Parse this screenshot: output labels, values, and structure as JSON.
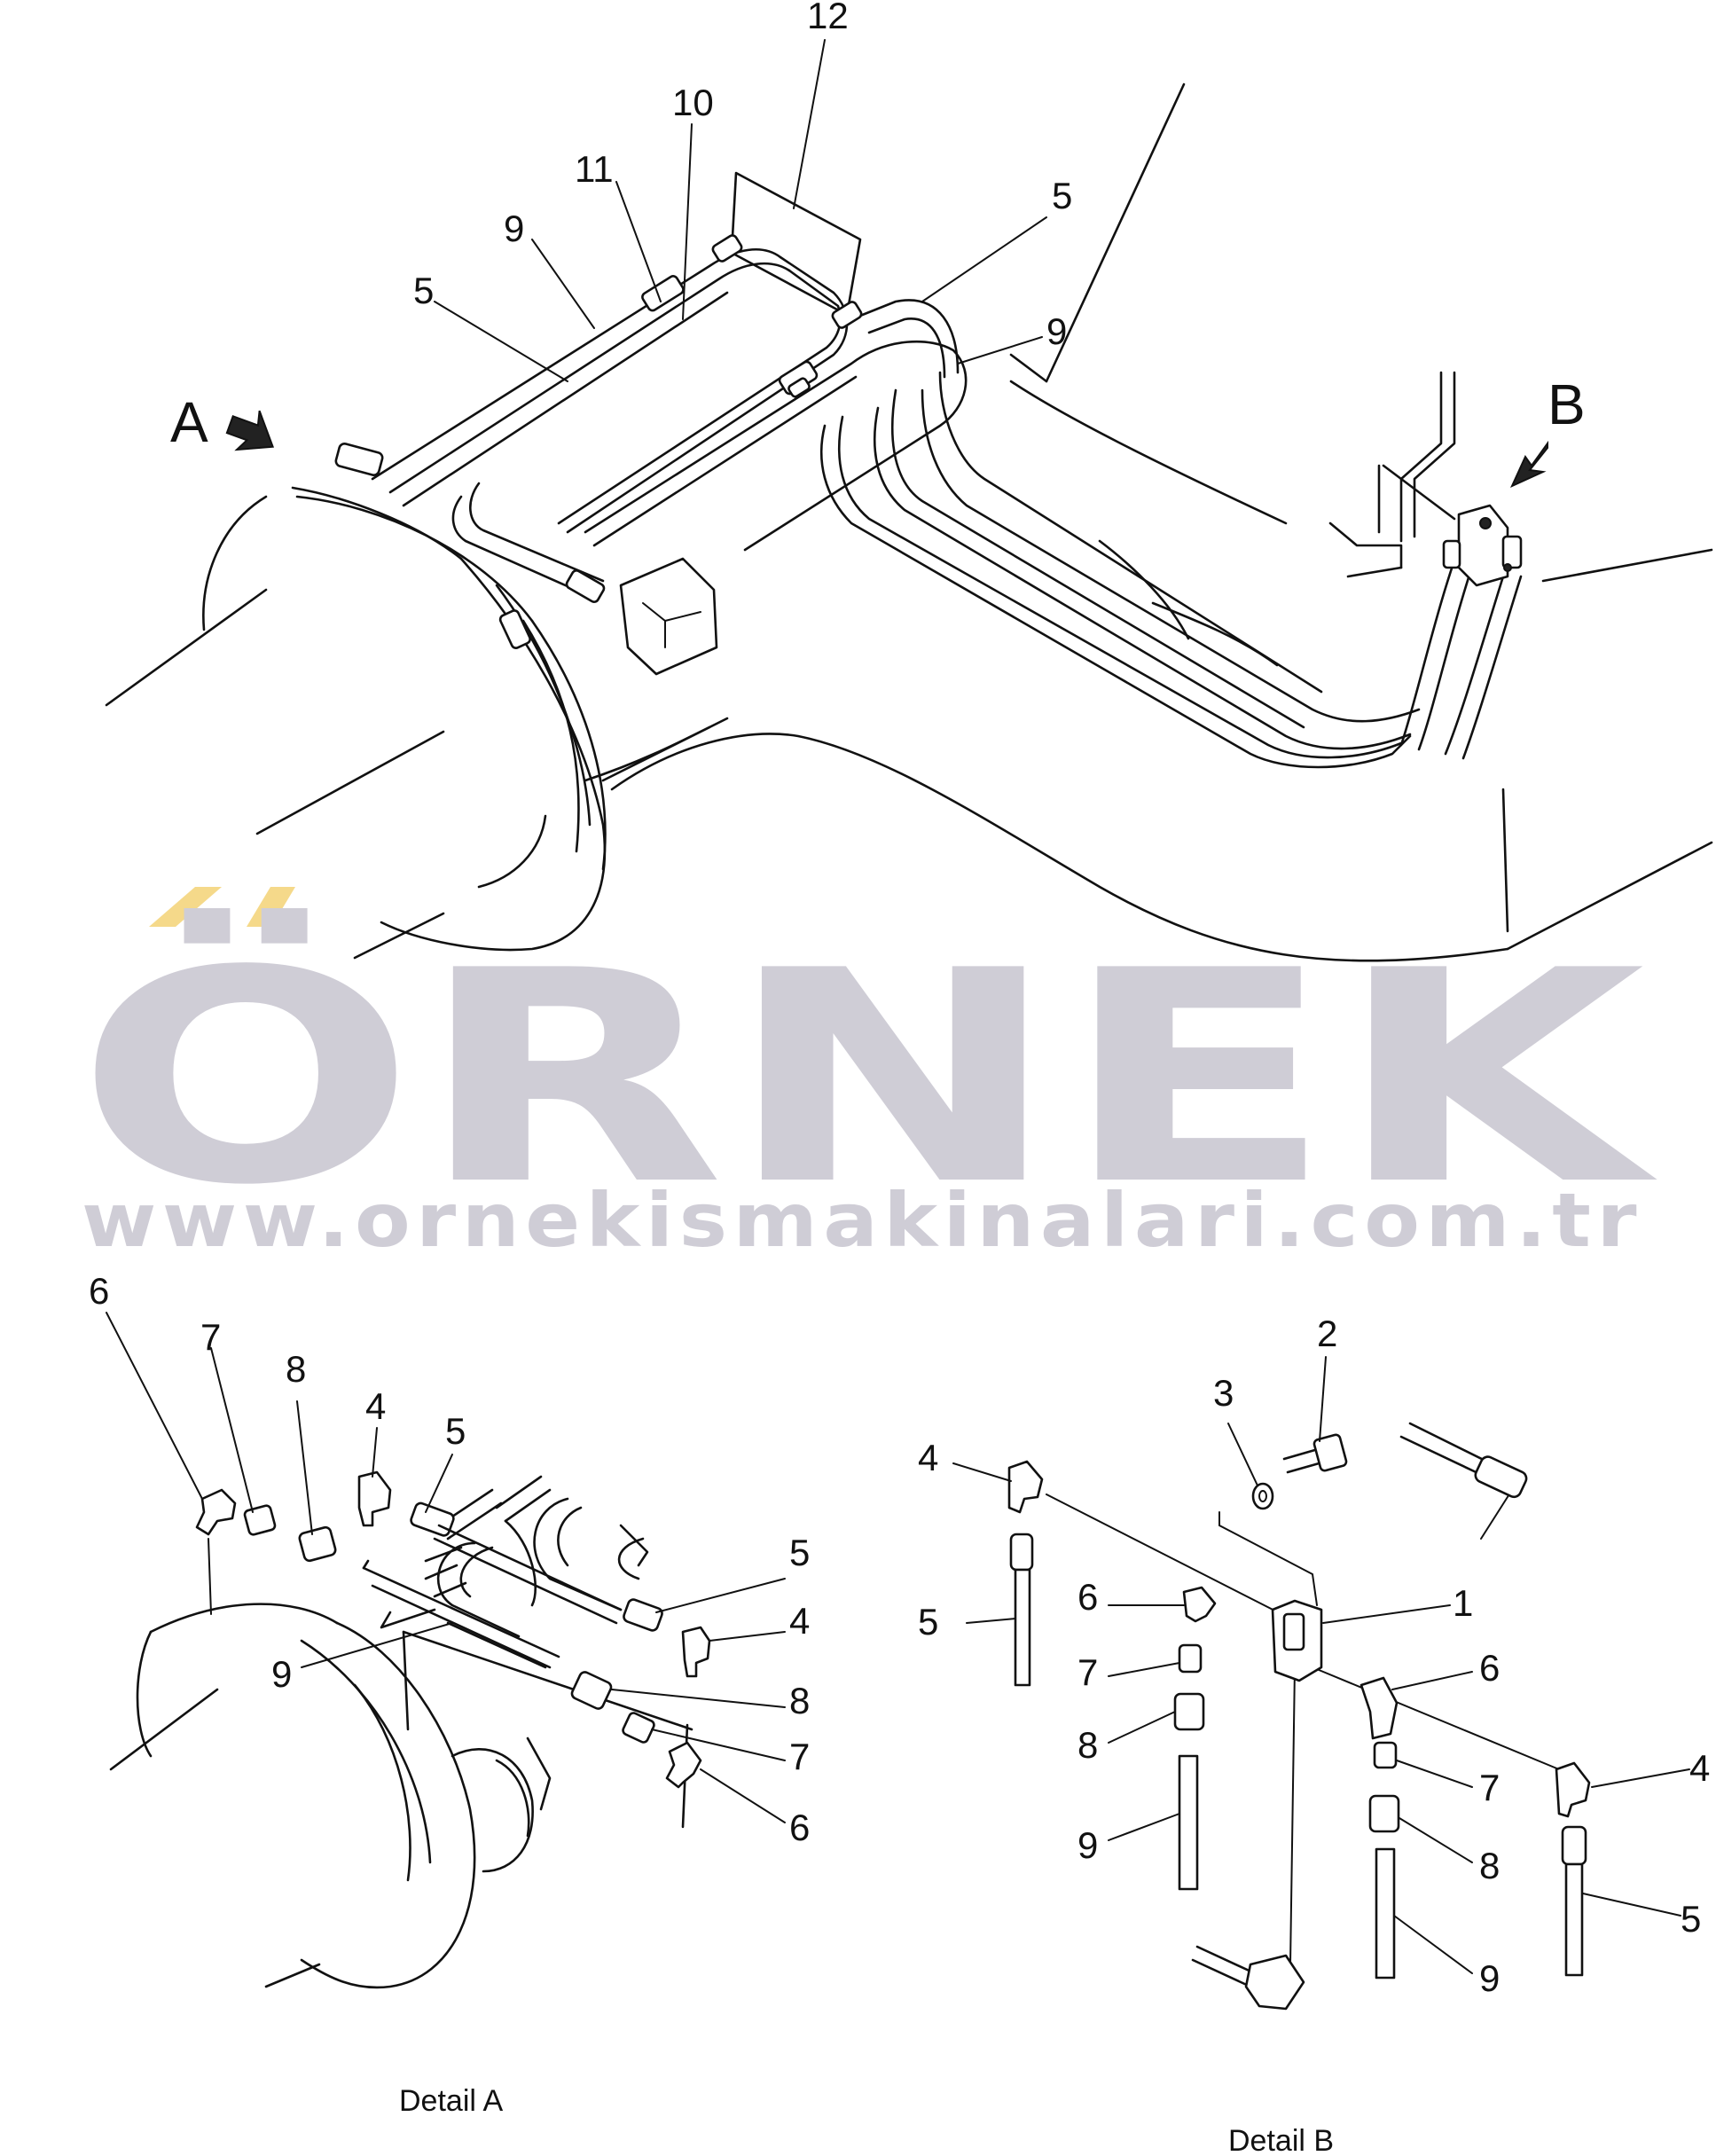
{
  "watermark": {
    "brand": "ÖRNEK",
    "url": "www.ornekismakinalari.com.tr",
    "accent_color": "#f5d98a",
    "text_color": "#cfcdd6"
  },
  "main_view": {
    "view_arrows": [
      "A",
      "B"
    ],
    "callouts": [
      "12",
      "10",
      "11",
      "9",
      "5",
      "5",
      "9"
    ]
  },
  "detail_a": {
    "caption": "Detail A",
    "callouts": [
      "6",
      "7",
      "8",
      "4",
      "5",
      "5",
      "4",
      "8",
      "7",
      "6",
      "9"
    ]
  },
  "detail_b": {
    "caption": "Detail B",
    "callouts": [
      "2",
      "3",
      "4",
      "5",
      "1",
      "6",
      "7",
      "8",
      "9",
      "6",
      "7",
      "4",
      "8",
      "5",
      "9"
    ]
  }
}
